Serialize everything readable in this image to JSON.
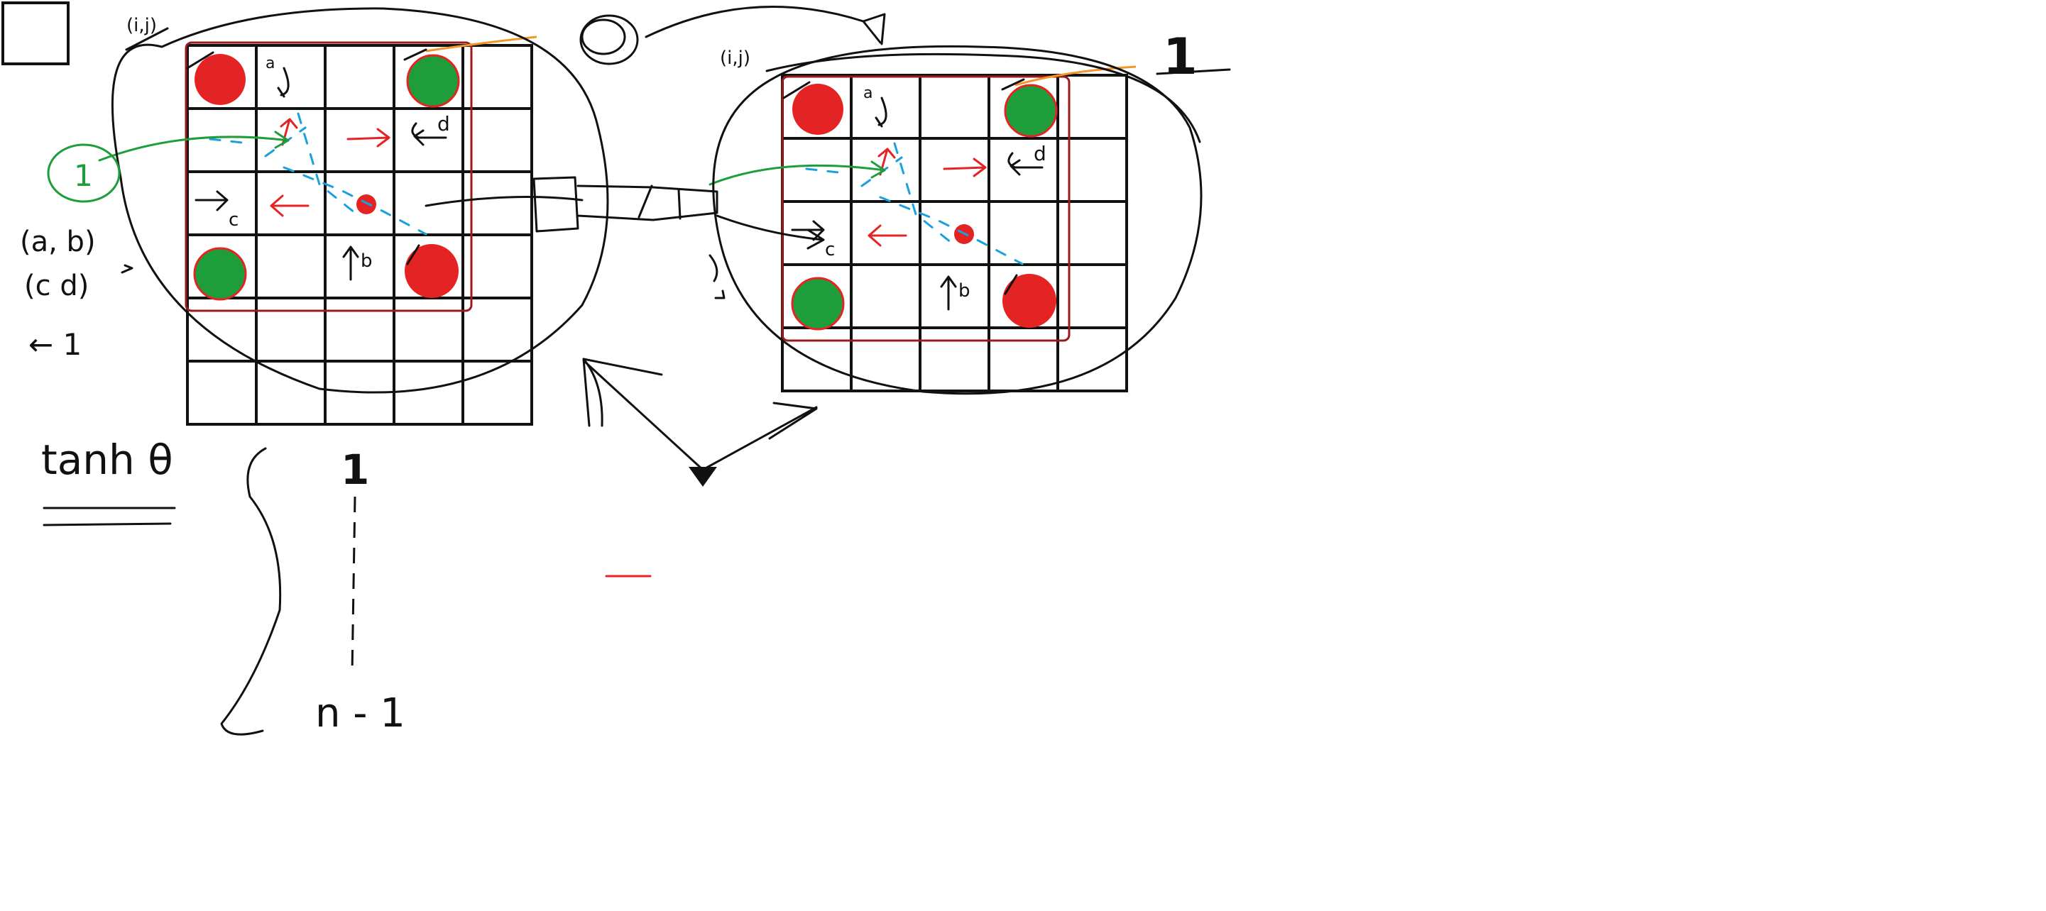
{
  "colors": {
    "ink": "#111111",
    "red": "#e42424",
    "green": "#1e9e3a",
    "blue": "#1aa0dc",
    "orange": "#f0962a",
    "maroon": "#9b1b1b"
  },
  "annotations": {
    "top_left_label": "(i,j)",
    "top_right_label": "(i,j)",
    "one_left": "1",
    "one_right": "1",
    "one_bottom": "1",
    "green_one": "1",
    "pair_ab": "(a, b)",
    "pair_cd": "(c d)",
    "arrow_one": "← 1",
    "tanh": "tanh θ",
    "n_minus_one": "n - 1"
  },
  "grid_glyphs": {
    "a": "a",
    "b": "b",
    "c": "c",
    "d": "d"
  }
}
